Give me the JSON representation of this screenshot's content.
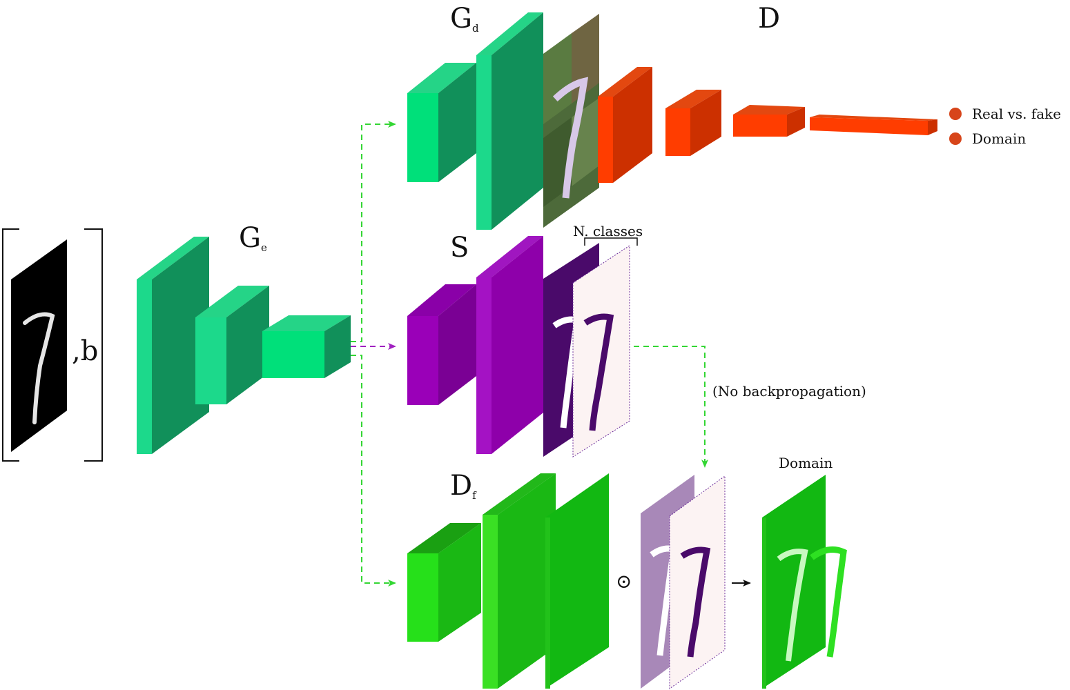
{
  "input": {
    "extra_label": ",b"
  },
  "modules": {
    "encoder": {
      "letter": "G",
      "sub": "e"
    },
    "decoder": {
      "letter": "G",
      "sub": "d"
    },
    "discriminator": {
      "letter": "D"
    },
    "segmenter": {
      "letter": "S"
    },
    "domain_feat": {
      "letter": "D",
      "sub": "f"
    }
  },
  "annotations": {
    "n_classes": "N. classes",
    "no_backprop": "(No backpropagation)",
    "hadamard": "⊙",
    "domain_output": "Domain"
  },
  "legend": [
    {
      "label": "Real vs. fake",
      "color": "#d7451a"
    },
    {
      "label": "Domain",
      "color": "#d7451a"
    }
  ],
  "colors": {
    "encoder_green": "#1fbf7a",
    "decoder_green": "#00e07a",
    "disc_orange": "#ff3d00",
    "seg_purple": "#9a00b8",
    "df_green": "#22c21a",
    "arrow_green": "#33d633",
    "arrow_purple": "#a020c0"
  }
}
